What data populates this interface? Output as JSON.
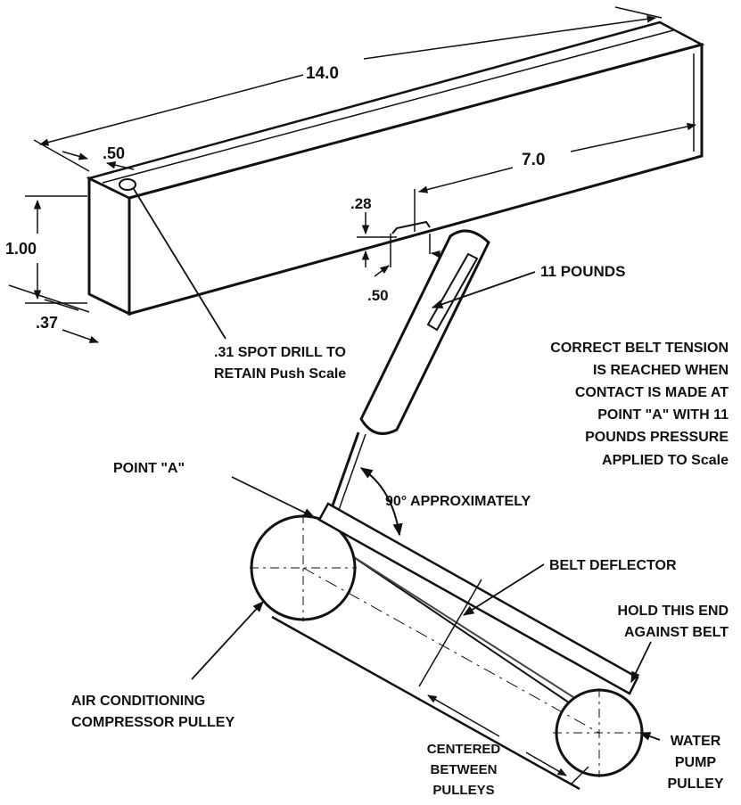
{
  "dimensions": {
    "length": "14.0",
    "half_length": "7.0",
    "end_offset": ".50",
    "height": "1.00",
    "width": ".37",
    "notch_depth": ".28",
    "notch_width": ".50"
  },
  "labels": {
    "spot_drill_line1": ".31 SPOT DRILL TO",
    "spot_drill_line2": "RETAIN Push Scale",
    "pounds": "11 POUNDS",
    "note_line1": "CORRECT BELT TENSION",
    "note_line2": "IS REACHED WHEN",
    "note_line3": "CONTACT IS MADE AT",
    "note_line4": "POINT \"A\" WITH 11",
    "note_line5": "POUNDS PRESSURE",
    "note_line6": "APPLIED TO Scale",
    "point_a": "POINT \"A\"",
    "angle": "90° APPROXIMATELY",
    "belt_deflector": "BELT DEFLECTOR",
    "hold_line1": "HOLD THIS END",
    "hold_line2": "AGAINST BELT",
    "compressor_line1": "AIR CONDITIONING",
    "compressor_line2": "COMPRESSOR PULLEY",
    "centered_line1": "CENTERED",
    "centered_line2": "BETWEEN",
    "centered_line3": "PULLEYS",
    "water_line1": "WATER",
    "water_line2": "PUMP",
    "water_line3": "PULLEY"
  },
  "colors": {
    "ink": "#111111",
    "paper": "#ffffff"
  }
}
